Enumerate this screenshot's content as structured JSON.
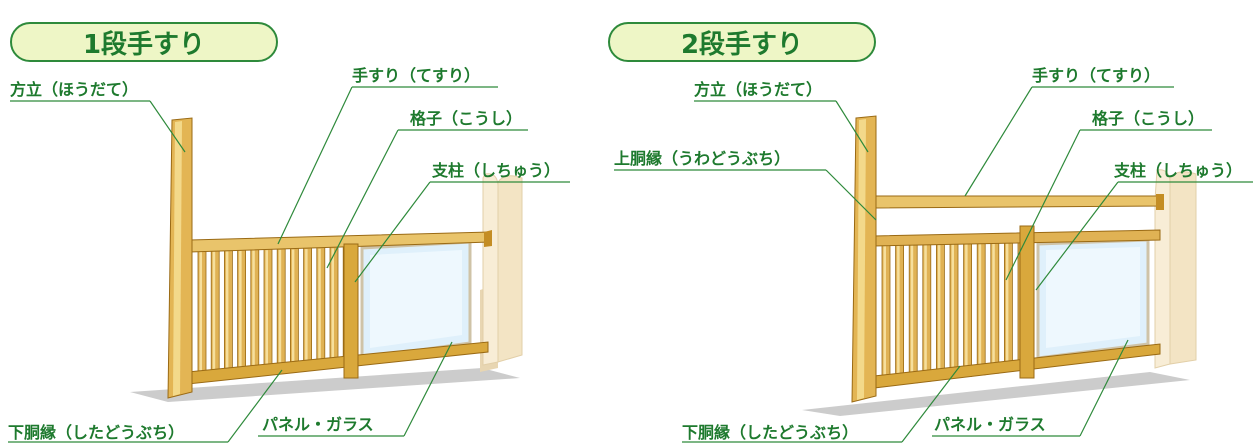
{
  "colors": {
    "green_text": "#1e7a2e",
    "green_line": "#2e8a3b",
    "pill_fill": "#eef6c6",
    "wood_light": "#f3d98a",
    "wood_mid": "#d9a83c",
    "wood_dark": "#9a6a14",
    "glass": "#dff0fb",
    "wall": "#f7ecd5",
    "shadow": "#c9c9c9"
  },
  "left": {
    "title": "1段手すり",
    "labels": {
      "houdate": "方立（ほうだて）",
      "tesuri": "手すり（てすり）",
      "koushi": "格子（こうし）",
      "shichuu": "支柱（しちゅう）",
      "shitadoubuchi": "下胴縁（したどうぶち）",
      "panel": "パネル・ガラス"
    }
  },
  "right": {
    "title": "2段手すり",
    "labels": {
      "houdate": "方立（ほうだて）",
      "tesuri": "手すり（てすり）",
      "koushi": "格子（こうし）",
      "shichuu": "支柱（しちゅう）",
      "uwadoubuchi": "上胴縁（うわどうぶち）",
      "shitadoubuchi": "下胴縁（したどうぶち）",
      "panel": "パネル・ガラス"
    }
  }
}
